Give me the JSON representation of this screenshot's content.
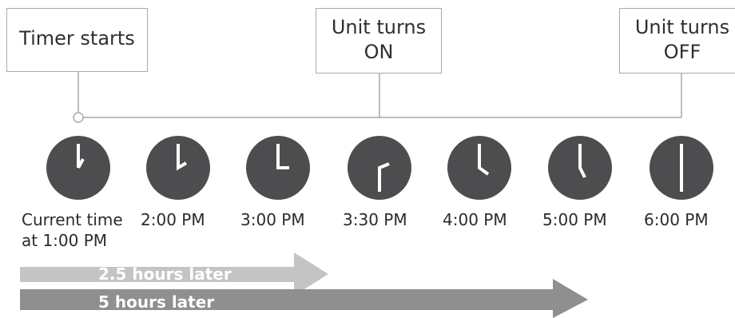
{
  "callouts": {
    "timer_starts": {
      "line1": "Timer starts"
    },
    "unit_on": {
      "line1": "Unit turns",
      "line2": "ON"
    },
    "unit_off": {
      "line1": "Unit turns",
      "line2": "OFF"
    }
  },
  "clocks": [
    {
      "label": "Current time",
      "label2": "at 1:00 PM"
    },
    {
      "label": "2:00 PM"
    },
    {
      "label": "3:00 PM"
    },
    {
      "label": "3:30 PM"
    },
    {
      "label": "4:00 PM"
    },
    {
      "label": "5:00 PM"
    },
    {
      "label": "6:00 PM"
    }
  ],
  "arrows": {
    "short": {
      "label": "2.5 hours later",
      "color": "#c4c4c4"
    },
    "long": {
      "label": "5 hours later",
      "color": "#8f8f8f"
    }
  },
  "colors": {
    "clock_face": "#4d4d4f",
    "line": "#a9a9a9",
    "hands": "#ffffff"
  }
}
